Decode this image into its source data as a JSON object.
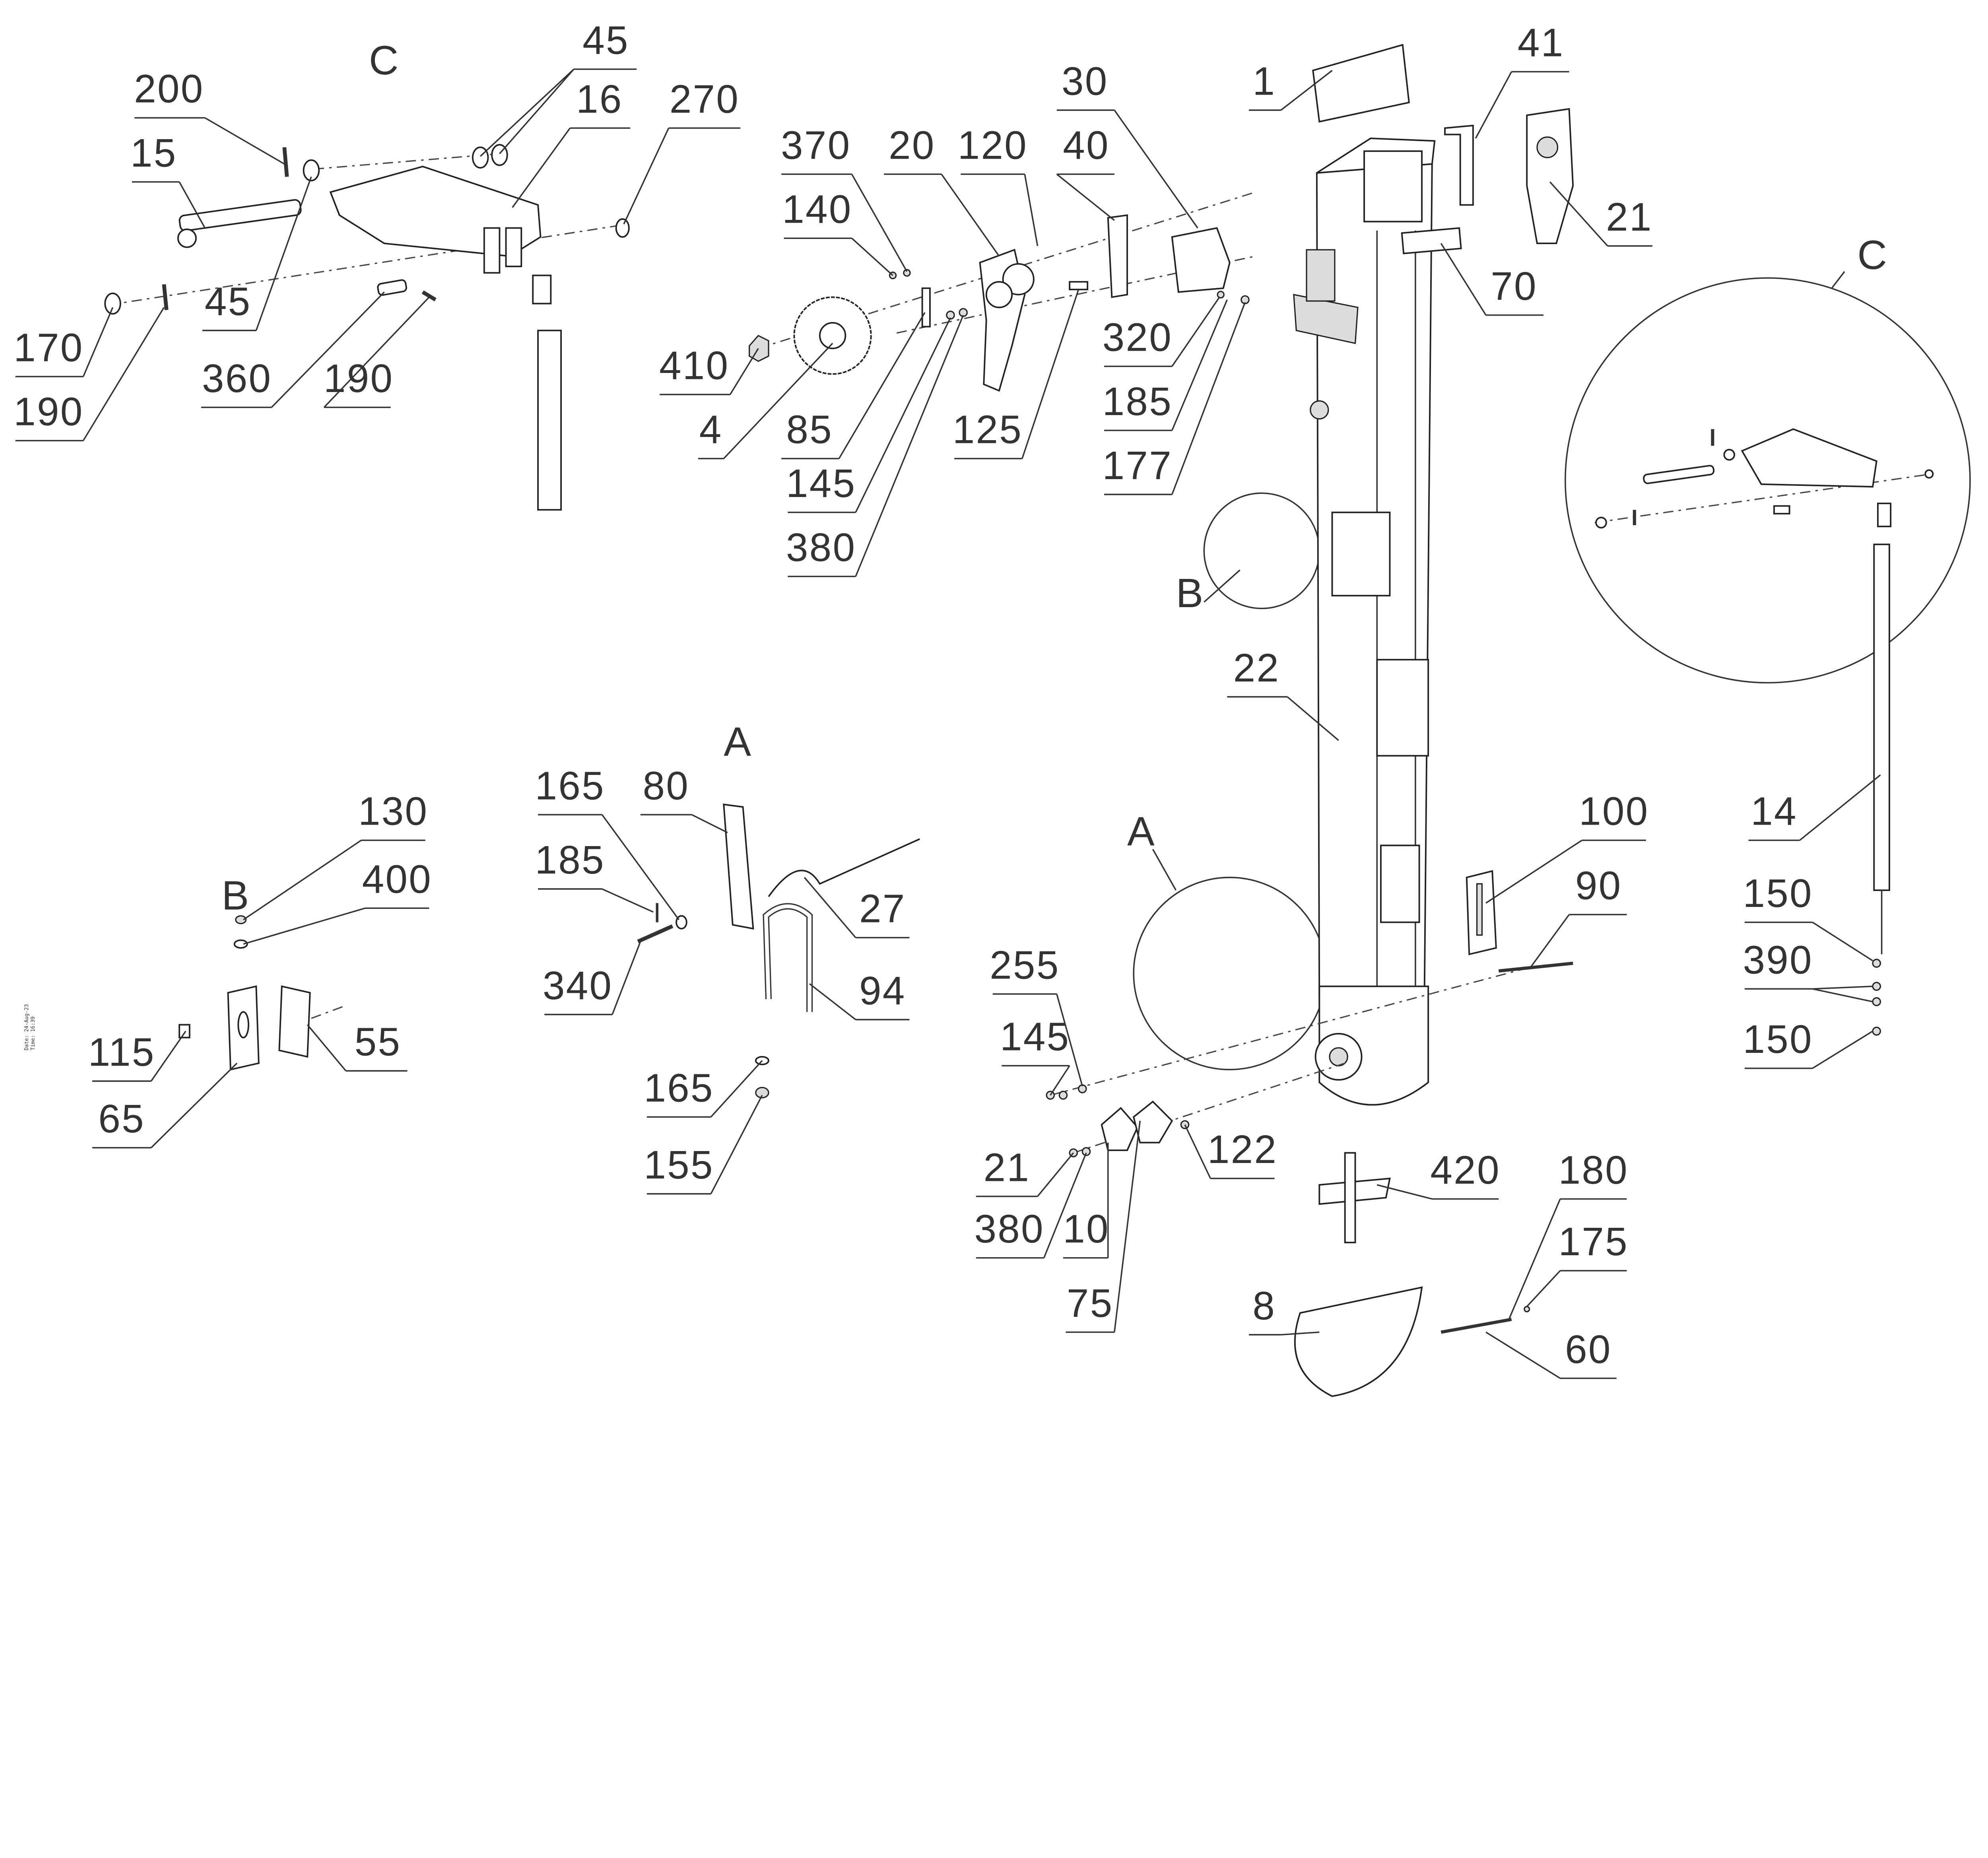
{
  "stamp": {
    "date": "Date: 24-Aug-23",
    "time": "Time: 16:39"
  },
  "view_titles": {
    "c_detail": "C",
    "a_detail": "A",
    "b_detail": "B",
    "c_ref": "C",
    "a_ref": "A",
    "b_ref": "B"
  },
  "callouts": [
    {
      "label": "45"
    },
    {
      "label": "200"
    },
    {
      "label": "16"
    },
    {
      "label": "270"
    },
    {
      "label": "15"
    },
    {
      "label": "170"
    },
    {
      "label": "45"
    },
    {
      "label": "190"
    },
    {
      "label": "360"
    },
    {
      "label": "190"
    },
    {
      "label": "370"
    },
    {
      "label": "20"
    },
    {
      "label": "120"
    },
    {
      "label": "40"
    },
    {
      "label": "30"
    },
    {
      "label": "140"
    },
    {
      "label": "1"
    },
    {
      "label": "41"
    },
    {
      "label": "21"
    },
    {
      "label": "70"
    },
    {
      "label": "410"
    },
    {
      "label": "4"
    },
    {
      "label": "85"
    },
    {
      "label": "145"
    },
    {
      "label": "380"
    },
    {
      "label": "125"
    },
    {
      "label": "320"
    },
    {
      "label": "185"
    },
    {
      "label": "177"
    },
    {
      "label": "22"
    },
    {
      "label": "100"
    },
    {
      "label": "14"
    },
    {
      "label": "90"
    },
    {
      "label": "150"
    },
    {
      "label": "390"
    },
    {
      "label": "150"
    },
    {
      "label": "165"
    },
    {
      "label": "80"
    },
    {
      "label": "185"
    },
    {
      "label": "27"
    },
    {
      "label": "340"
    },
    {
      "label": "94"
    },
    {
      "label": "165"
    },
    {
      "label": "155"
    },
    {
      "label": "255"
    },
    {
      "label": "145"
    },
    {
      "label": "122"
    },
    {
      "label": "21"
    },
    {
      "label": "380"
    },
    {
      "label": "10"
    },
    {
      "label": "75"
    },
    {
      "label": "420"
    },
    {
      "label": "180"
    },
    {
      "label": "175"
    },
    {
      "label": "8"
    },
    {
      "label": "60"
    },
    {
      "label": "130"
    },
    {
      "label": "400"
    },
    {
      "label": "115"
    },
    {
      "label": "55"
    },
    {
      "label": "65"
    }
  ]
}
